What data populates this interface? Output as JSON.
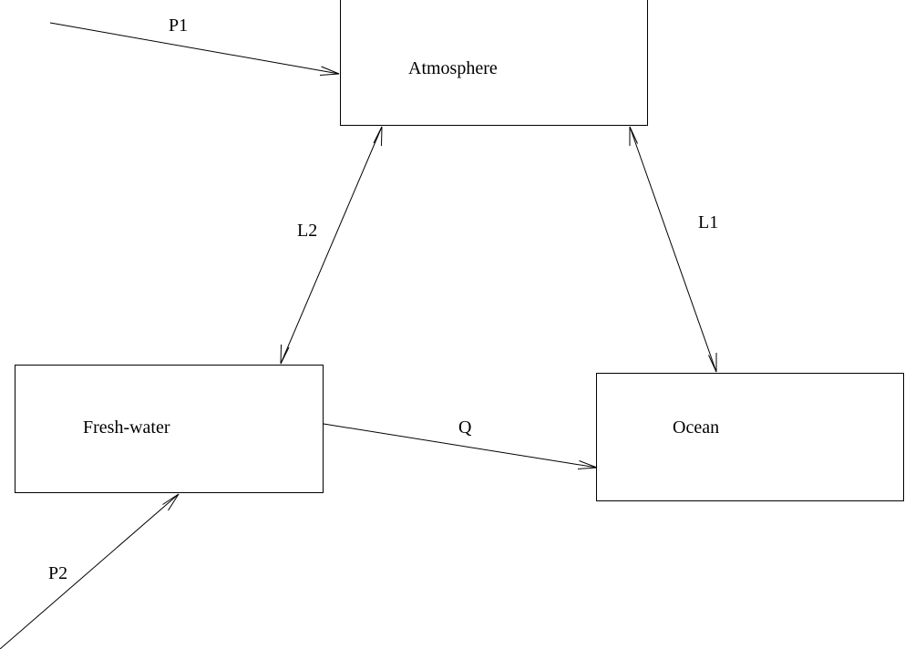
{
  "nodes": {
    "atmosphere": "Atmosphere",
    "freshwater": "Fresh-water",
    "ocean": "Ocean"
  },
  "flows": {
    "p1": "P1",
    "p2": "P2",
    "l1": "L1",
    "l2": "L2",
    "q": "Q"
  },
  "colors": {
    "line": "#000000",
    "background": "#ffffff"
  }
}
